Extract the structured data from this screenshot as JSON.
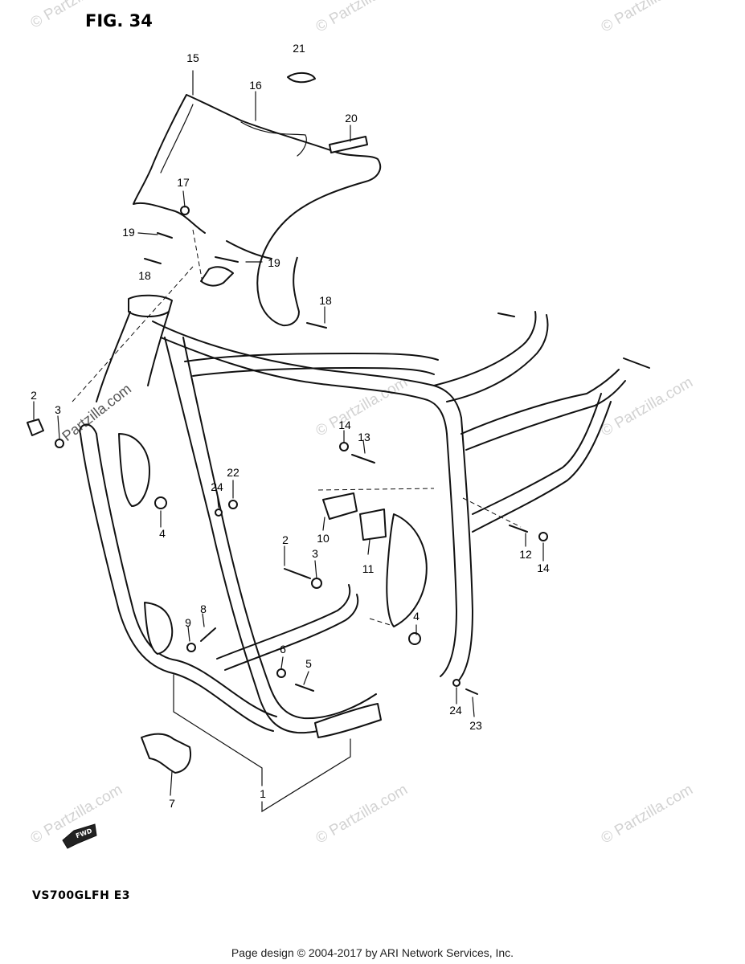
{
  "figure": {
    "title": "FIG. 34",
    "model": "VS700GLFH  E3"
  },
  "footer": {
    "text": "Page design © 2004-2017 by ARI Network Services, Inc."
  },
  "watermark": {
    "text": "© Partzilla.com",
    "diagonal_text": "Partzilla.com"
  },
  "fwd_label": "FWD",
  "callouts": [
    {
      "label": "1"
    },
    {
      "label": "2"
    },
    {
      "label": "2"
    },
    {
      "label": "3"
    },
    {
      "label": "3"
    },
    {
      "label": "4"
    },
    {
      "label": "4"
    },
    {
      "label": "5"
    },
    {
      "label": "6"
    },
    {
      "label": "7"
    },
    {
      "label": "8"
    },
    {
      "label": "9"
    },
    {
      "label": "10"
    },
    {
      "label": "11"
    },
    {
      "label": "12"
    },
    {
      "label": "13"
    },
    {
      "label": "14"
    },
    {
      "label": "14"
    },
    {
      "label": "15"
    },
    {
      "label": "16"
    },
    {
      "label": "17"
    },
    {
      "label": "18"
    },
    {
      "label": "18"
    },
    {
      "label": "19"
    },
    {
      "label": "19"
    },
    {
      "label": "20"
    },
    {
      "label": "21"
    },
    {
      "label": "22"
    },
    {
      "label": "23"
    },
    {
      "label": "24"
    },
    {
      "label": "24"
    }
  ]
}
